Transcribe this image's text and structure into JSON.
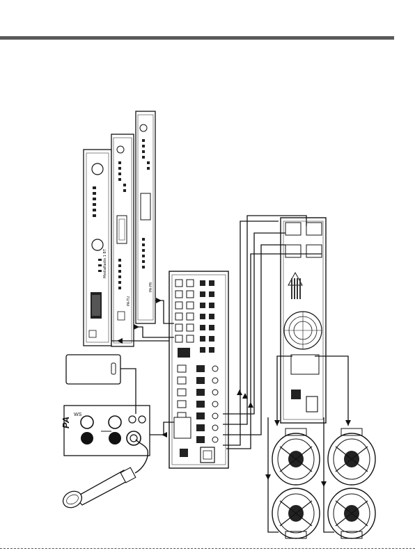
{
  "page": {
    "number": ""
  },
  "devices": {
    "player": {
      "brand": "PA",
      "label": "MediaRadio 1 BT"
    },
    "tuner": {
      "brand": "",
      "label": "PA-TU"
    },
    "preamp": {
      "brand": "",
      "label": "PA-PR"
    },
    "paging_station": {
      "brand": "PA",
      "label": "WS"
    },
    "mixer_amp": {
      "brand": "",
      "label": ""
    },
    "power_amp": {
      "brand": "",
      "label": ""
    }
  },
  "colors": {
    "line": "#111111",
    "panel": "#ffffff",
    "rule": "#5a5a5a",
    "dark": "#333333"
  }
}
